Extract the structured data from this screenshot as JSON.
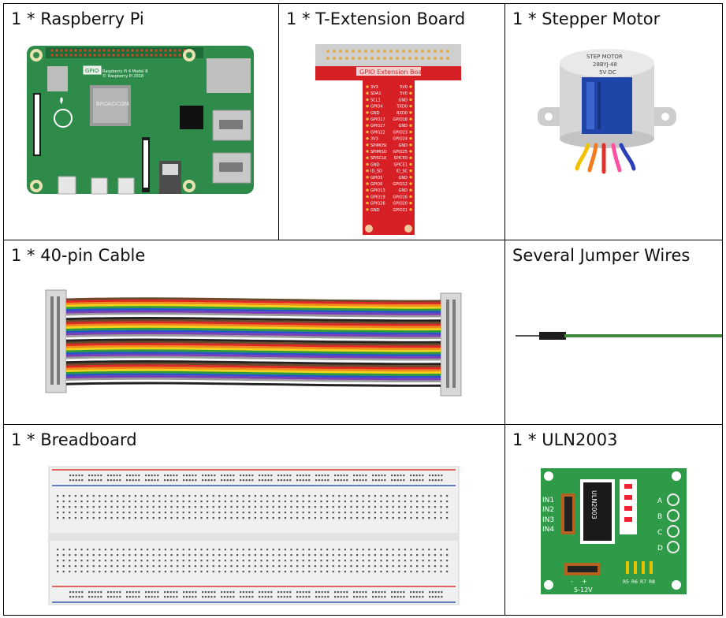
{
  "items": [
    {
      "label": "1 * Raspberry Pi"
    },
    {
      "label": "1 * T-Extension Board"
    },
    {
      "label": "1 * Stepper Motor"
    },
    {
      "label": "1 * 40-pin Cable"
    },
    {
      "label": "Several Jumper Wires"
    },
    {
      "label": "1 * Breadboard"
    },
    {
      "label": "1 * ULN2003"
    }
  ],
  "rpi": {
    "gpio_tag": "GPIO",
    "model": "Raspberry Pi 4 Model B",
    "copyright": "© Raspberry Pi 2018",
    "chip": "BROADCOM"
  },
  "tboard": {
    "title": "GPIO Extension Board",
    "left_pins": [
      "3V3",
      "SDA1",
      "SCL1",
      "GPIO4",
      "GND",
      "GPIO17",
      "GPIO27",
      "GPIO22",
      "3V3",
      "SPIMOSI",
      "SPIMISO",
      "SPISCLK",
      "GND",
      "ID_SD",
      "GPIO5",
      "GPIO6",
      "GPIO13",
      "GPIO19",
      "GPIO26",
      "GND"
    ],
    "right_pins": [
      "5V0",
      "5V0",
      "GND",
      "TXD0",
      "RXD0",
      "GPIO18",
      "GND",
      "GPIO23",
      "GPIO24",
      "GND",
      "GPIO25",
      "SPICE0",
      "SPICE1",
      "ID_SC",
      "GND",
      "GPIO12",
      "GND",
      "GPIO16",
      "GPIO20",
      "GPIO21"
    ]
  },
  "motor": {
    "line1": "STEP  MOTOR",
    "line2": "28BYJ-48",
    "line3": "5V  DC"
  },
  "uln": {
    "chip": "ULN2003",
    "inputs": [
      "IN1",
      "IN2",
      "IN3",
      "IN4"
    ],
    "outputs": [
      "A",
      "B",
      "C",
      "D"
    ],
    "power": "5-12V",
    "minus": "-",
    "plus": "+",
    "resistors": [
      "R5",
      "R6",
      "R7",
      "R8"
    ]
  },
  "colors": {
    "board_green": "#2e8b4a",
    "tboard_red": "#d71f26",
    "uln_green": "#2f9b48"
  }
}
